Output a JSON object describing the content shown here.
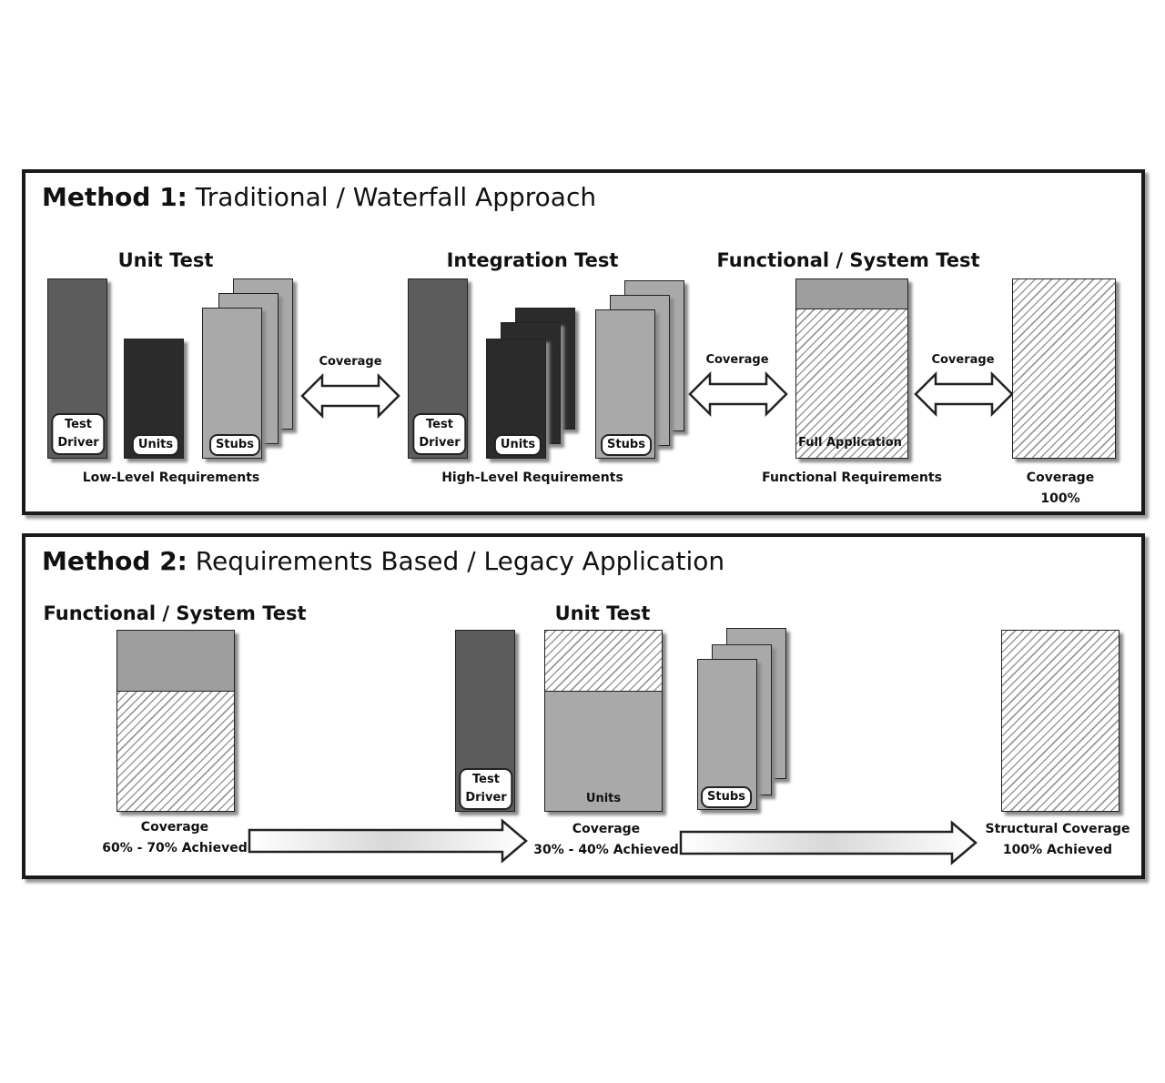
{
  "method1": {
    "title_bold": "Method 1:",
    "title_rest": " Traditional / Waterfall Approach",
    "unit_test": {
      "title": "Unit Test",
      "test_driver": "Test\nDriver",
      "units": "Units",
      "stubs": "Stubs",
      "caption": "Low-Level Requirements"
    },
    "integration_test": {
      "title": "Integration Test",
      "test_driver": "Test\nDriver",
      "units": "Units",
      "stubs": "Stubs",
      "caption": "High-Level Requirements"
    },
    "functional_test": {
      "title": "Functional / System Test",
      "full_app": "Full Application",
      "caption": "Functional Requirements"
    },
    "arrow1_label": "Coverage",
    "arrow2_label": "Coverage",
    "arrow3_label": "Coverage",
    "coverage_caption_line1": "Coverage",
    "coverage_caption_line2": "100%"
  },
  "method2": {
    "title_bold": "Method 2:",
    "title_rest": " Requirements Based / Legacy Application",
    "functional_test": {
      "title": "Functional / System Test",
      "caption_line1": "Coverage",
      "caption_line2": "60% - 70% Achieved"
    },
    "unit_test": {
      "title": "Unit Test",
      "test_driver": "Test\nDriver",
      "units": "Units",
      "stubs": "Stubs",
      "caption_line1": "Coverage",
      "caption_line2": "30% - 40% Achieved"
    },
    "structural": {
      "caption_line1": "Structural Coverage",
      "caption_line2": "100% Achieved"
    }
  },
  "colors": {
    "dark_gray": "#5c5c5c",
    "black": "#2b2b2b",
    "light_gray": "#a9a9a9",
    "border": "#1a1a1a"
  }
}
